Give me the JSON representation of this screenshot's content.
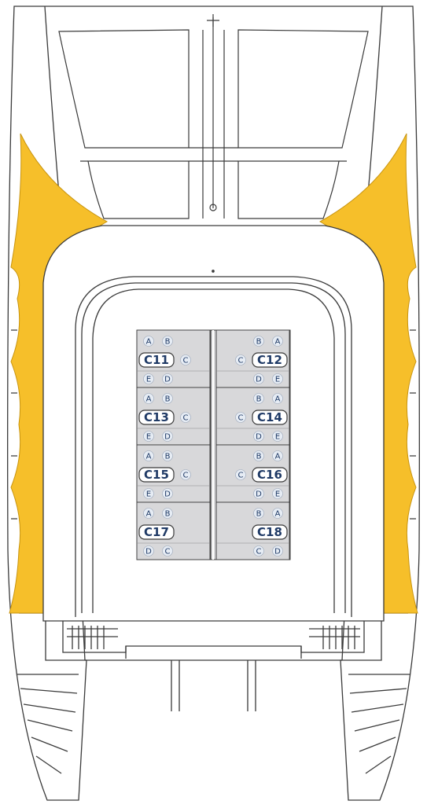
{
  "colors": {
    "outline": "#3a3a3a",
    "sail": "#f6bf2a",
    "sail_edge": "#c8940f",
    "cabin_fill": "#d8d8da",
    "label_text": "#1f3a66",
    "seat_fill": "#e6ecf4",
    "background": "#ffffff"
  },
  "cabins": [
    {
      "id": "C11",
      "label": "C11",
      "side": "left",
      "rows": [
        [
          "A",
          "B"
        ],
        [
          "C"
        ],
        [
          "E",
          "D"
        ]
      ]
    },
    {
      "id": "C12",
      "label": "C12",
      "side": "right",
      "rows": [
        [
          "B",
          "A"
        ],
        [
          "C"
        ],
        [
          "D",
          "E"
        ]
      ]
    },
    {
      "id": "C13",
      "label": "C13",
      "side": "left",
      "rows": [
        [
          "A",
          "B"
        ],
        [
          "C"
        ],
        [
          "E",
          "D"
        ]
      ]
    },
    {
      "id": "C14",
      "label": "C14",
      "side": "right",
      "rows": [
        [
          "B",
          "A"
        ],
        [
          "C"
        ],
        [
          "D",
          "E"
        ]
      ]
    },
    {
      "id": "C15",
      "label": "C15",
      "side": "left",
      "rows": [
        [
          "A",
          "B"
        ],
        [
          "C"
        ],
        [
          "E",
          "D"
        ]
      ]
    },
    {
      "id": "C16",
      "label": "C16",
      "side": "right",
      "rows": [
        [
          "B",
          "A"
        ],
        [
          "C"
        ],
        [
          "D",
          "E"
        ]
      ]
    },
    {
      "id": "C17",
      "label": "C17",
      "side": "left",
      "rows": [
        [
          "A",
          "B"
        ],
        [],
        [
          "D",
          "C"
        ]
      ]
    },
    {
      "id": "C18",
      "label": "C18",
      "side": "right",
      "rows": [
        [
          "B",
          "A"
        ],
        [],
        [
          "C",
          "D"
        ]
      ]
    }
  ]
}
